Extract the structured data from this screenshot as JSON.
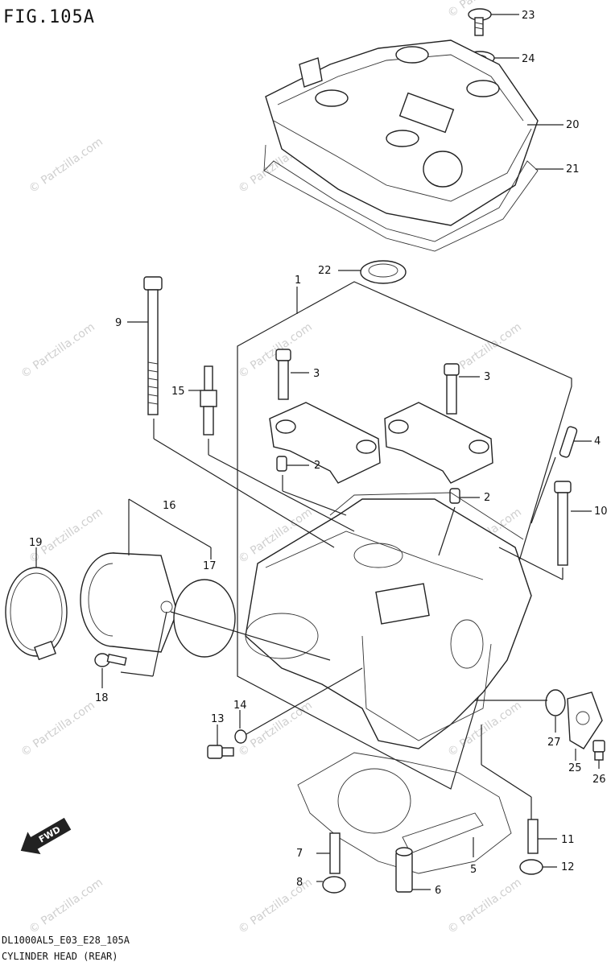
{
  "figure": {
    "title": "FIG.105A",
    "code": "DL1000AL5_E03_E28_105A",
    "caption": "CYLINDER HEAD (REAR)"
  },
  "watermark": "© Partzilla.com",
  "fwd_label": "FWD",
  "callouts": [
    "1",
    "2",
    "2",
    "3",
    "3",
    "4",
    "5",
    "6",
    "7",
    "8",
    "9",
    "10",
    "11",
    "12",
    "13",
    "14",
    "15",
    "16",
    "17",
    "18",
    "19",
    "20",
    "21",
    "22",
    "23",
    "24",
    "25",
    "26",
    "27"
  ]
}
